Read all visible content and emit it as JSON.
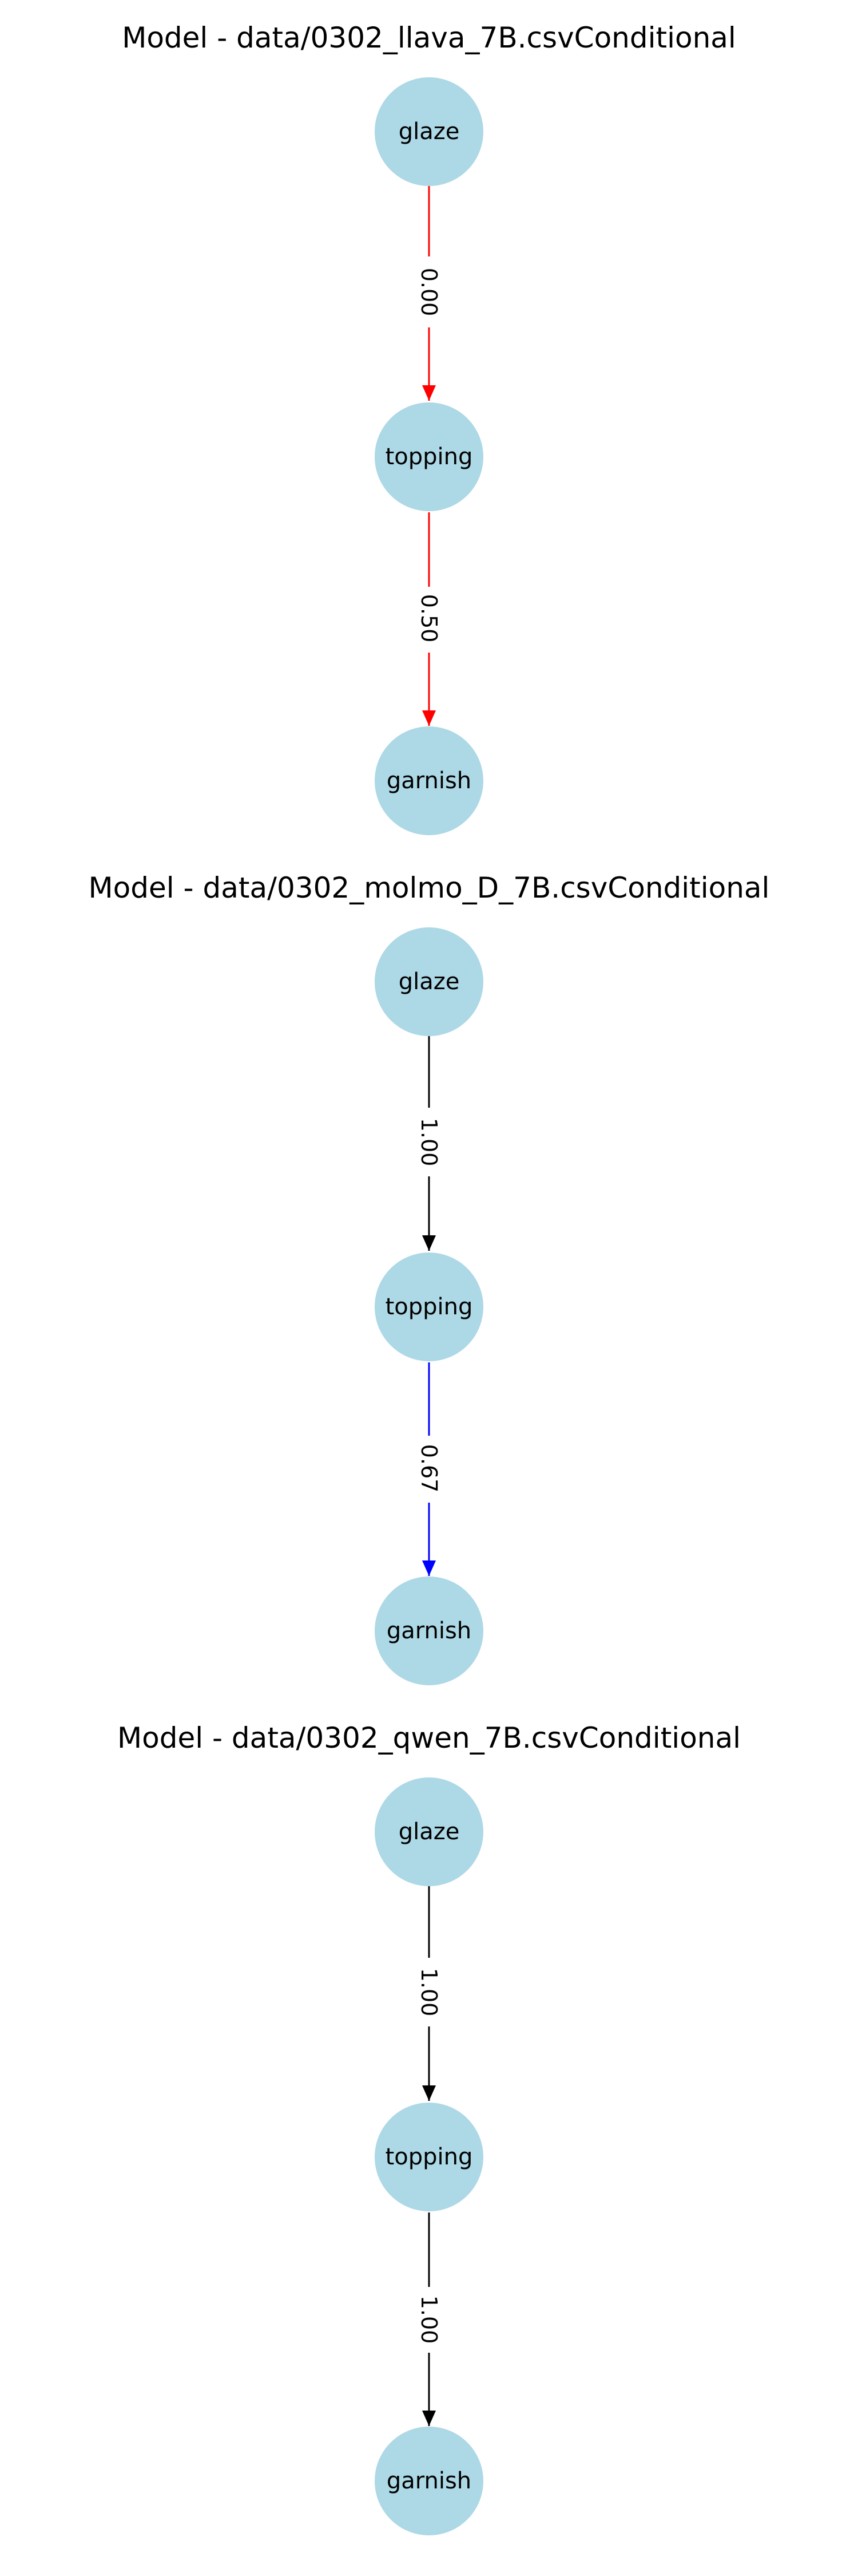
{
  "panels": [
    {
      "title": "Model - data/0302_llava_7B.csvConditional",
      "nodes": [
        "glaze",
        "topping",
        "garnish"
      ],
      "edges": [
        {
          "from": "glaze",
          "to": "topping",
          "label": "0.00",
          "color": "#ff0000"
        },
        {
          "from": "topping",
          "to": "garnish",
          "label": "0.50",
          "color": "#ff0000"
        }
      ]
    },
    {
      "title": "Model - data/0302_molmo_D_7B.csvConditional",
      "nodes": [
        "glaze",
        "topping",
        "garnish"
      ],
      "edges": [
        {
          "from": "glaze",
          "to": "topping",
          "label": "1.00",
          "color": "#000000"
        },
        {
          "from": "topping",
          "to": "garnish",
          "label": "0.67",
          "color": "#0000ff"
        }
      ]
    },
    {
      "title": "Model - data/0302_qwen_7B.csvConditional",
      "nodes": [
        "glaze",
        "topping",
        "garnish"
      ],
      "edges": [
        {
          "from": "glaze",
          "to": "topping",
          "label": "1.00",
          "color": "#000000"
        },
        {
          "from": "topping",
          "to": "garnish",
          "label": "1.00",
          "color": "#000000"
        }
      ]
    }
  ],
  "node_color": "#add8e6"
}
